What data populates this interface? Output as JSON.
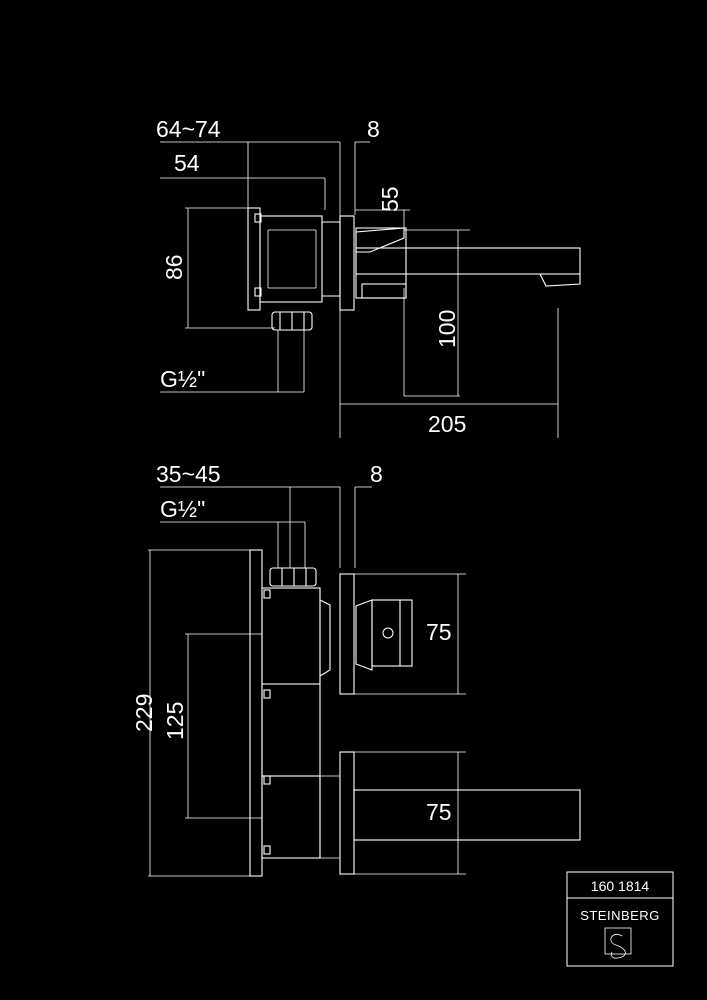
{
  "top_view": {
    "dim_install_depth": "64~74",
    "dim_plate": "8",
    "dim_body_depth": "54",
    "dim_spout_offset": "55",
    "dim_height": "86",
    "dim_spout_drop": "100",
    "dim_thread": "G½\"",
    "dim_spout_length": "205"
  },
  "bottom_view": {
    "dim_install_depth": "35~45",
    "dim_plate": "8",
    "dim_thread": "G½\"",
    "dim_total_height": "229",
    "dim_center": "125",
    "dim_handle_plate": "75",
    "dim_spout_plate": "75"
  },
  "title_block": {
    "code": "160 1814",
    "brand": "STEINBERG"
  }
}
